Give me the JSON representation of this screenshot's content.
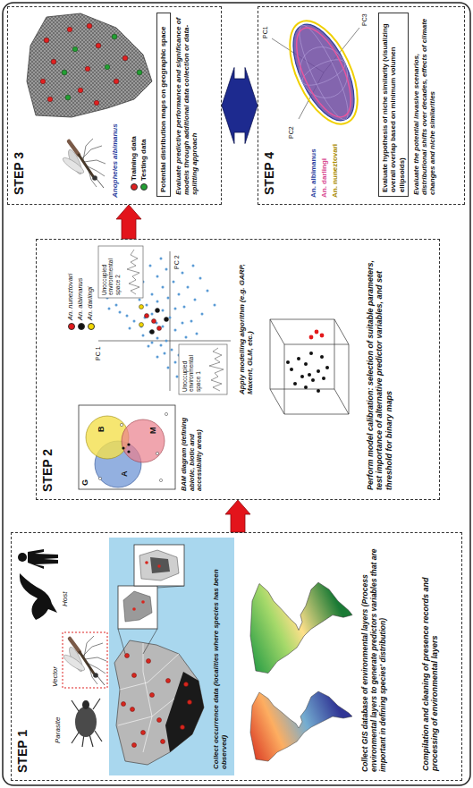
{
  "diagram": {
    "nodes": [
      {
        "text": [
          "STEP 1",
          "Compilation and cleaning of presence records and processing of environmental layers"
        ]
      },
      {
        "text": [
          "Vector"
        ],
        "in": 0
      },
      {
        "text": [
          "Collect occurrence data (localities where species has been observed)"
        ],
        "in": 0
      },
      {
        "text": [
          "STEP 2",
          "Perform model calibration: selection of suitable parameters, test importance of alternative predictor variables, and set threshold for binary maps"
        ]
      },
      {
        "text": [
          "STEP 3",
          "Evaluate predictive performance and significance of models through additional data collection or data-splitting approach"
        ]
      },
      {
        "text": [
          "Potential distribution maps on geographic space"
        ],
        "in": 4
      },
      {
        "text": [
          "STEP 4",
          "Evaluate the potential invasive scenarios, distributional shifts over decades, effects of climate changes and niche similarities"
        ]
      },
      {
        "text": [
          "Evaluate hypothesis of niche similarity (visualizing overall overlap based on minimum volumen ellipsoids)"
        ],
        "in": 6
      }
    ],
    "edges": [
      {
        "from": 0,
        "to": 3,
        "arrow": "to"
      },
      {
        "from": 3,
        "to": 4,
        "arrow": "to"
      },
      {
        "from": 4,
        "to": 6,
        "arrow": "both"
      }
    ],
    "labels": [
      "Parasite",
      "Host",
      "Collect GIS database of environmental layers (Process environmental layers to generate predictors variables that are important in defining species' distribution)",
      "G",
      "A",
      "B",
      "M",
      "BAM diagram (defining abiotic, biotic and accessibility areas)",
      "Unoccupied environmental space 1",
      "Unoccupied environmental space 2",
      "PC 1",
      "PC 2",
      "Apply modelling algorithm (e.g. GARP, Maxent, GLM, etc.)",
      "Anopheles albimanus",
      "PC1",
      "PC2",
      "PC3",
      "An. albimanus",
      "An. darlingi",
      "An. nuneztovari"
    ],
    "legend": [
      {
        "text": "An. nuneztovari",
        "color": "#e31a1c"
      },
      {
        "text": "An. albimanus",
        "color": "#111111"
      },
      {
        "text": "An. darlingi",
        "color": "#f2d600"
      },
      {
        "text": "Training data",
        "color": "#e02020"
      },
      {
        "text": "Testing data",
        "color": "#22a033"
      }
    ]
  }
}
